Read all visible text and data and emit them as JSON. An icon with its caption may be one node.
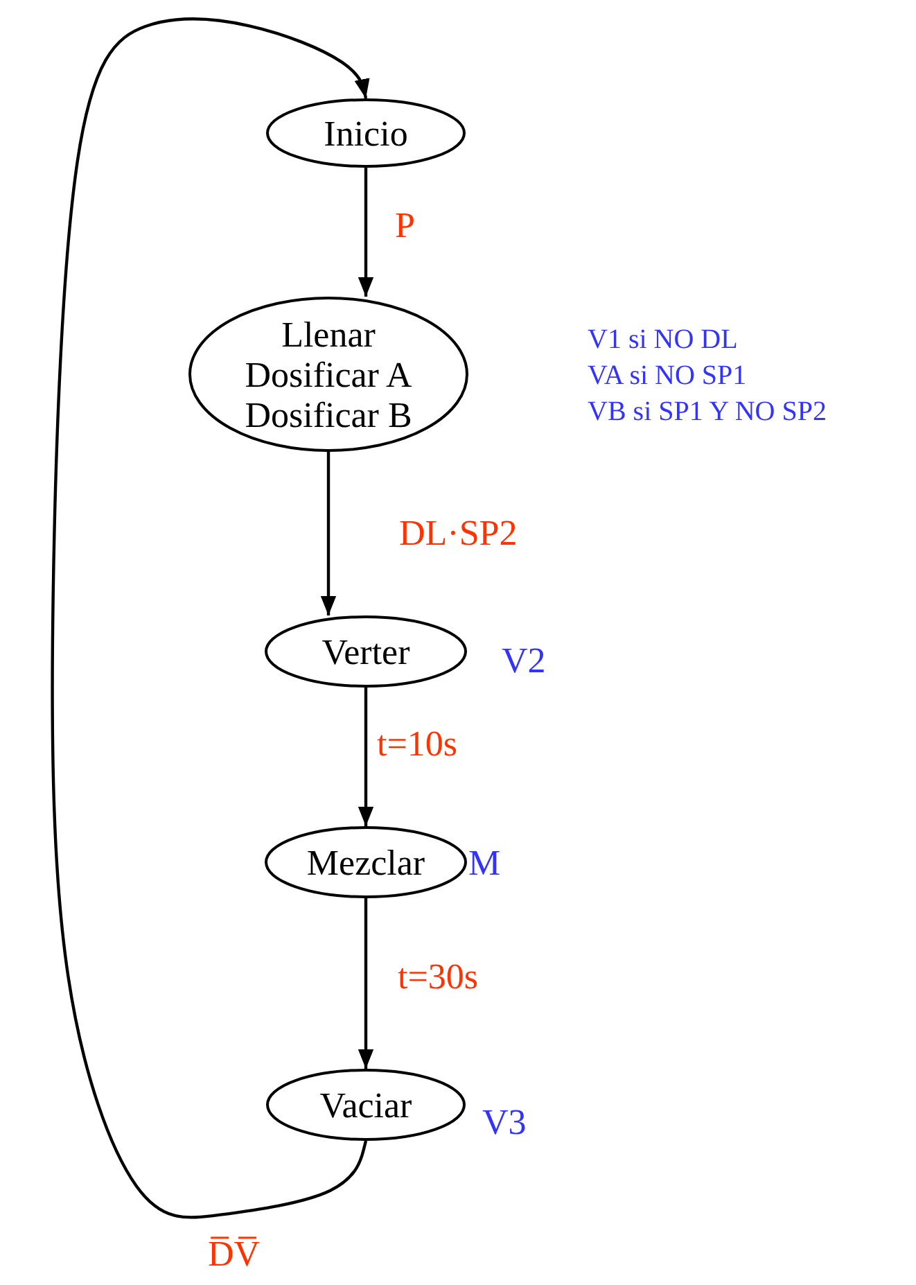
{
  "diagram": {
    "nodes": [
      {
        "text": [
          "Inicio"
        ]
      },
      {
        "text": [
          "Llenar",
          "Dosificar A",
          "Dosificar B"
        ],
        "beside": [
          "V1 si NO DL",
          "VA si NO SP1",
          "VB si SP1 Y NO SP2"
        ]
      },
      {
        "text": [
          "Verter"
        ],
        "beside": [
          "V2"
        ]
      },
      {
        "text": [
          "Mezclar"
        ],
        "beside": [
          "M"
        ]
      },
      {
        "text": [
          "Vaciar"
        ],
        "beside": [
          "V3"
        ]
      }
    ],
    "edges": [
      {
        "from": 0,
        "to": 1,
        "arrow": "to",
        "label": "P"
      },
      {
        "from": 1,
        "to": 2,
        "arrow": "to",
        "label": "DL·SP2"
      },
      {
        "from": 2,
        "to": 3,
        "arrow": "to",
        "label": "t=10s"
      },
      {
        "from": 3,
        "to": 4,
        "arrow": "to",
        "label": "t=30s"
      },
      {
        "from": 4,
        "to": 0,
        "arrow": "to",
        "label": "D̅V̅"
      }
    ]
  }
}
